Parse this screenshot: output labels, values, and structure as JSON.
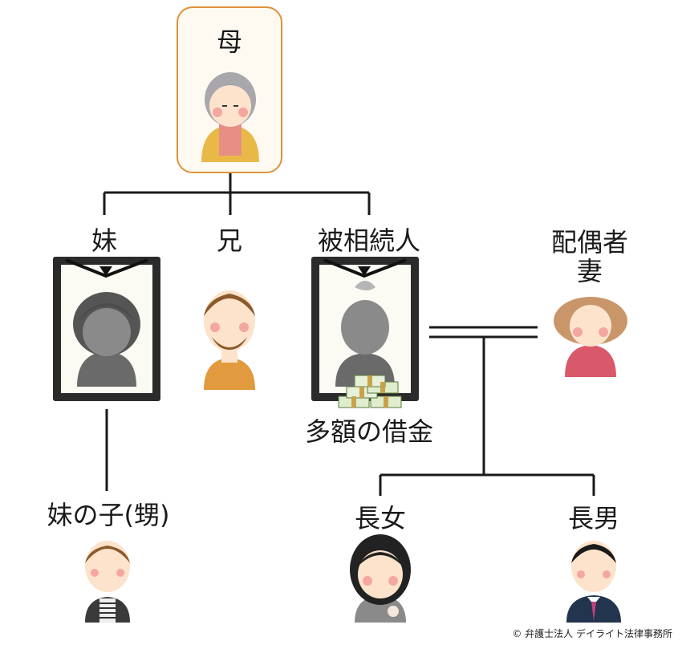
{
  "people": {
    "mother": "母",
    "sister": "妹",
    "brother": "兄",
    "deceased": "被相続人",
    "spouse_role": "配偶者",
    "spouse": "妻",
    "nephew": "妹の子(甥)",
    "eldest_daughter": "長女",
    "eldest_son": "長男"
  },
  "debt_label": "多額の借金",
  "credit": "© 弁護士法人 デイライト法律事務所",
  "colors": {
    "line": "#1a1a1a",
    "mother_highlight": "#e0913a"
  }
}
